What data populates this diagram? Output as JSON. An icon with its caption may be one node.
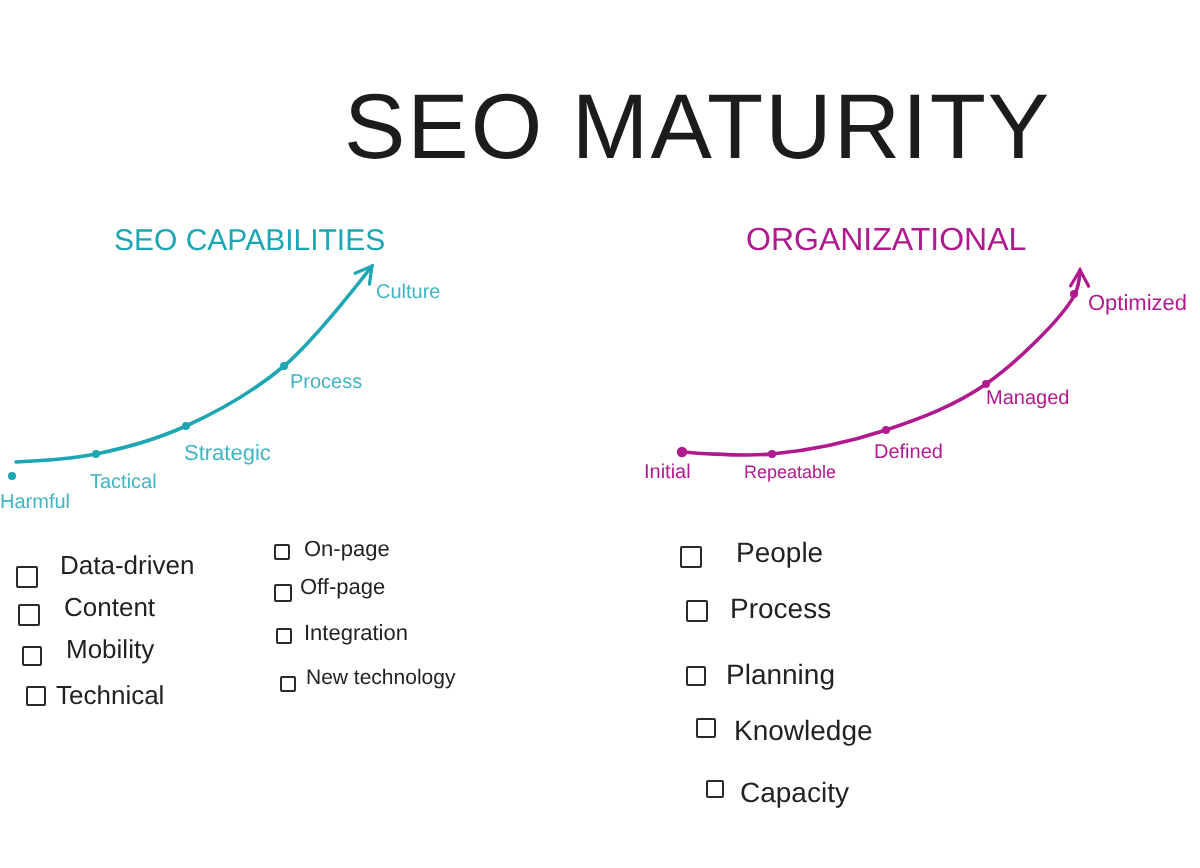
{
  "diagram": {
    "title": "SEO MATURITY",
    "labels": [
      "SEO CAPABILITIES",
      "ORGANIZATIONAL",
      "Harmful",
      "Tactical",
      "Strategic",
      "Process",
      "Culture",
      "Initial",
      "Repeatable",
      "Defined",
      "Managed",
      "Optimized",
      "Data-driven",
      "Content",
      "Mobility",
      "Technical",
      "On-page",
      "Off-page",
      "Integration",
      "New technology",
      "People",
      "Process",
      "Planning",
      "Knowledge",
      "Capacity"
    ]
  }
}
